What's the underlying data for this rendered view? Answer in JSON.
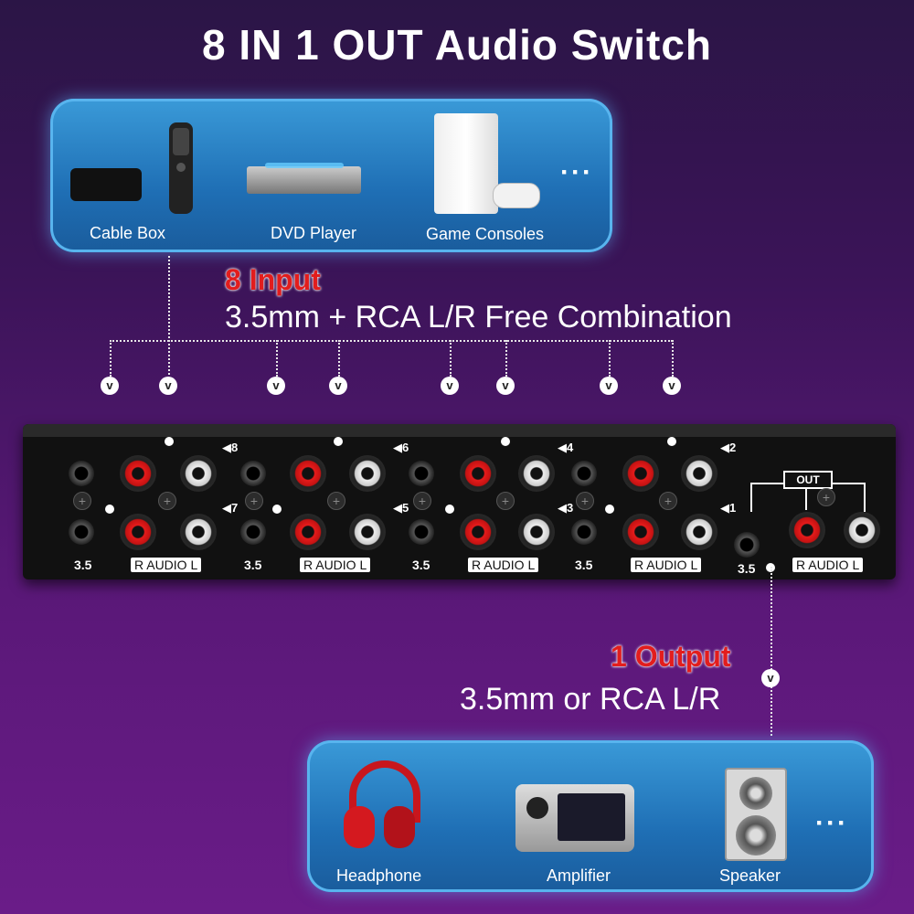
{
  "title": "8 IN 1 OUT Audio Switch",
  "input_panel": {
    "items": [
      "Cable Box",
      "DVD Player",
      "Game Consoles"
    ],
    "more": "···"
  },
  "input_info": {
    "headline": "8 Input",
    "detail": "3.5mm + RCA L/R Free Combination"
  },
  "device": {
    "jack_label": "3.5",
    "rca_label": "R AUDIO L",
    "out_label": "OUT",
    "ports": [
      "8",
      "7",
      "6",
      "5",
      "4",
      "3",
      "2",
      "1"
    ]
  },
  "output_info": {
    "headline": "1 Output",
    "detail": "3.5mm or RCA L/R"
  },
  "output_panel": {
    "items": [
      "Headphone",
      "Amplifier",
      "Speaker"
    ],
    "more": "···"
  },
  "colors": {
    "accent_red": "#e21d1d",
    "panel_blue": "#2a82c8"
  }
}
